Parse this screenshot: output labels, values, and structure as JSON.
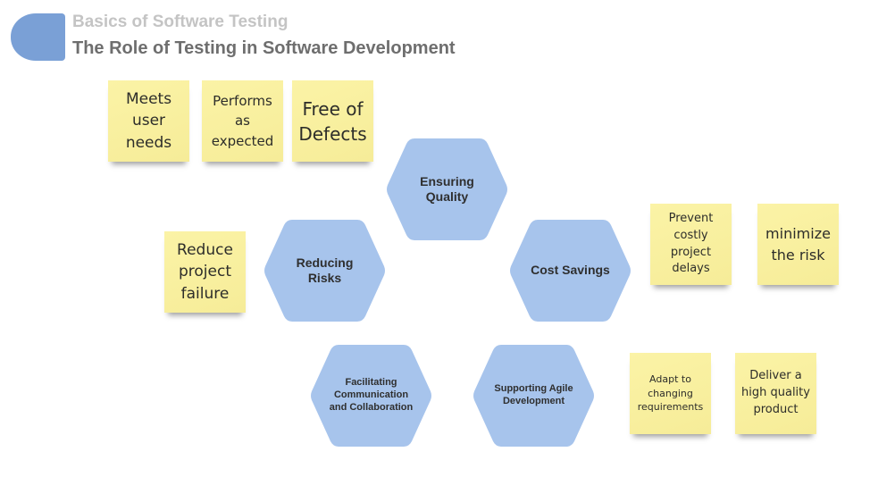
{
  "header": {
    "subtitle": "Basics of Software Testing",
    "title": "The Role of Testing in Software Development",
    "logo_color": "#7aa0d6"
  },
  "colors": {
    "hexagon_fill": "#a7c4ec",
    "hexagon_text": "#2f2f2f",
    "sticky_fill": "#f8ef9e",
    "sticky_text": "#2d2d2a",
    "subtitle_text": "#c4c4c4",
    "title_text": "#6e6e6e"
  },
  "hexagons": [
    {
      "id": "ensuring-quality",
      "label": "Ensuring\nQuality"
    },
    {
      "id": "reducing-risks",
      "label": "Reducing\nRisks"
    },
    {
      "id": "cost-savings",
      "label": "Cost Savings"
    },
    {
      "id": "facilitating-communication",
      "label": "Facilitating\nCommunication\nand Collaboration"
    },
    {
      "id": "supporting-agile",
      "label": "Supporting Agile\nDevelopment"
    }
  ],
  "stickies": [
    {
      "id": "meets-user-needs",
      "text": "Meets\nuser\nneeds",
      "related_to": "ensuring-quality"
    },
    {
      "id": "performs-as-expected",
      "text": "Performs\nas\nexpected",
      "related_to": "ensuring-quality"
    },
    {
      "id": "free-of-defects",
      "text": "Free of\nDefects",
      "related_to": "ensuring-quality"
    },
    {
      "id": "reduce-project-failure",
      "text": "Reduce\nproject\nfailure",
      "related_to": "reducing-risks"
    },
    {
      "id": "prevent-costly-delays",
      "text": "Prevent\ncostly\nproject\ndelays",
      "related_to": "cost-savings"
    },
    {
      "id": "minimize-the-risk",
      "text": "minimize\nthe risk",
      "related_to": "cost-savings"
    },
    {
      "id": "adapt-to-changing",
      "text": "Adapt to\nchanging\nrequirements",
      "related_to": "supporting-agile"
    },
    {
      "id": "deliver-high-quality",
      "text": "Deliver a\nhigh quality\nproduct",
      "related_to": "supporting-agile"
    }
  ]
}
